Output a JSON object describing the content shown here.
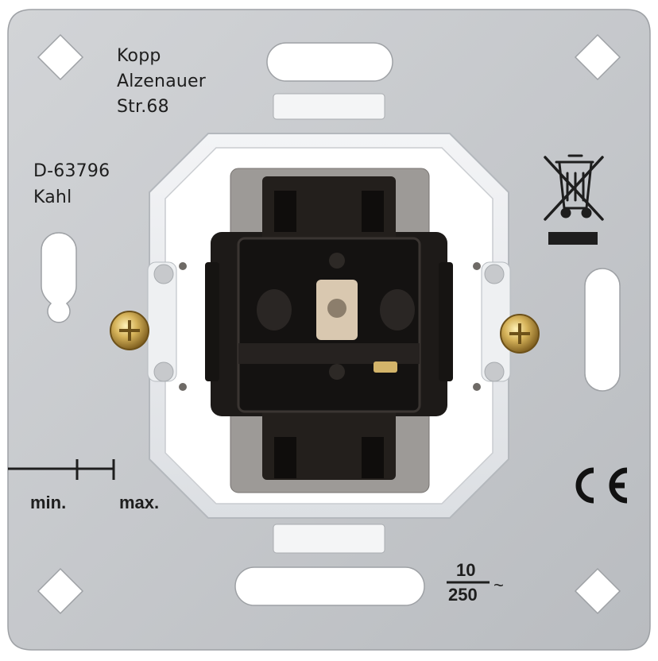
{
  "manufacturer": {
    "line1": "Kopp",
    "line2": "Alzenauer",
    "line3": "Str.68",
    "postcode": "D-63796",
    "city": "Kahl"
  },
  "gauge": {
    "min_label": "min.",
    "max_label": "max."
  },
  "marks": {
    "ce": "CE",
    "weee_icon": "crossed-out-wheelie-bin-icon"
  },
  "rating": {
    "current": "10",
    "voltage": "250",
    "ac_symbol": "~"
  },
  "colors": {
    "plate": "#c7c9cc",
    "frame": "#e9ebee",
    "mechanism": "#1d1a18",
    "screw": "#c9a74f"
  }
}
